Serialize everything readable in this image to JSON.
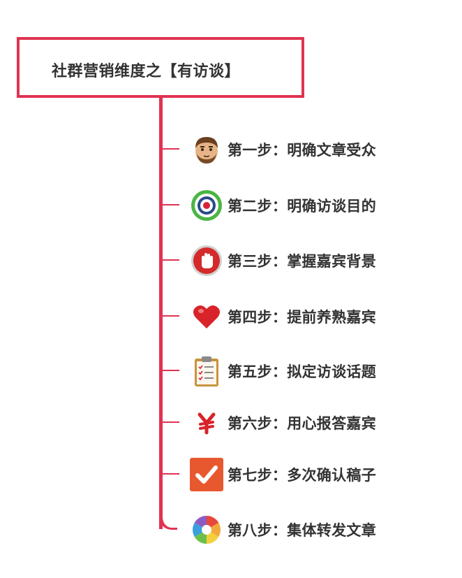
{
  "root": {
    "title": "社群营销维度之【有访谈】"
  },
  "colors": {
    "accent": "#e03352",
    "text": "#333333"
  },
  "steps": [
    {
      "label": "第一步：明确文章受众",
      "icon": "man-face-icon"
    },
    {
      "label": "第二步：明确访谈目的",
      "icon": "target-icon"
    },
    {
      "label": "第三步：掌握嘉宾背景",
      "icon": "stop-hand-icon"
    },
    {
      "label": "第四步：提前养熟嘉宾",
      "icon": "heart-icon"
    },
    {
      "label": "第五步：拟定访谈话题",
      "icon": "clipboard-icon"
    },
    {
      "label": "第六步：用心报答嘉宾",
      "icon": "yen-icon"
    },
    {
      "label": "第七步：多次确认稿子",
      "icon": "checkmark-icon"
    },
    {
      "label": "第八步：集体转发文章",
      "icon": "color-wheel-icon"
    }
  ]
}
